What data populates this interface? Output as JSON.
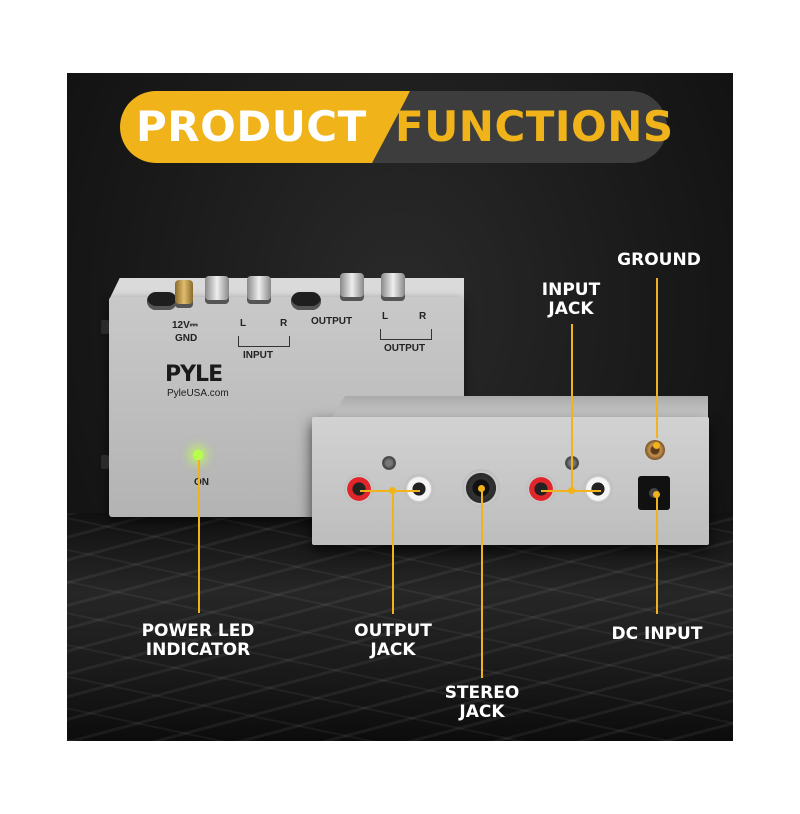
{
  "banner": {
    "word1": "PRODUCT",
    "word2": "FUNCTIONS"
  },
  "device": {
    "brand": "PYLE",
    "url": "PyleUSA.com",
    "top_labels": {
      "power": "12V⎓",
      "gnd": "GND",
      "input_l": "L",
      "input_r": "R",
      "input": "INPUT",
      "output_mid": "OUTPUT",
      "output_l": "L",
      "output_r": "R",
      "output": "OUTPUT"
    },
    "led_label": "ON"
  },
  "callouts": {
    "ground": "GROUND",
    "input_jack_1": "INPUT",
    "input_jack_2": "JACK",
    "power_led_1": "POWER LED",
    "power_led_2": "INDICATOR",
    "output_jack_1": "OUTPUT",
    "output_jack_2": "JACK",
    "dc_input": "DC INPUT",
    "stereo_1": "STEREO",
    "stereo_2": "JACK"
  },
  "colors": {
    "accent": "#f0b319",
    "banner_dark": "#3d3d3d",
    "background": "#1b1b1b"
  }
}
